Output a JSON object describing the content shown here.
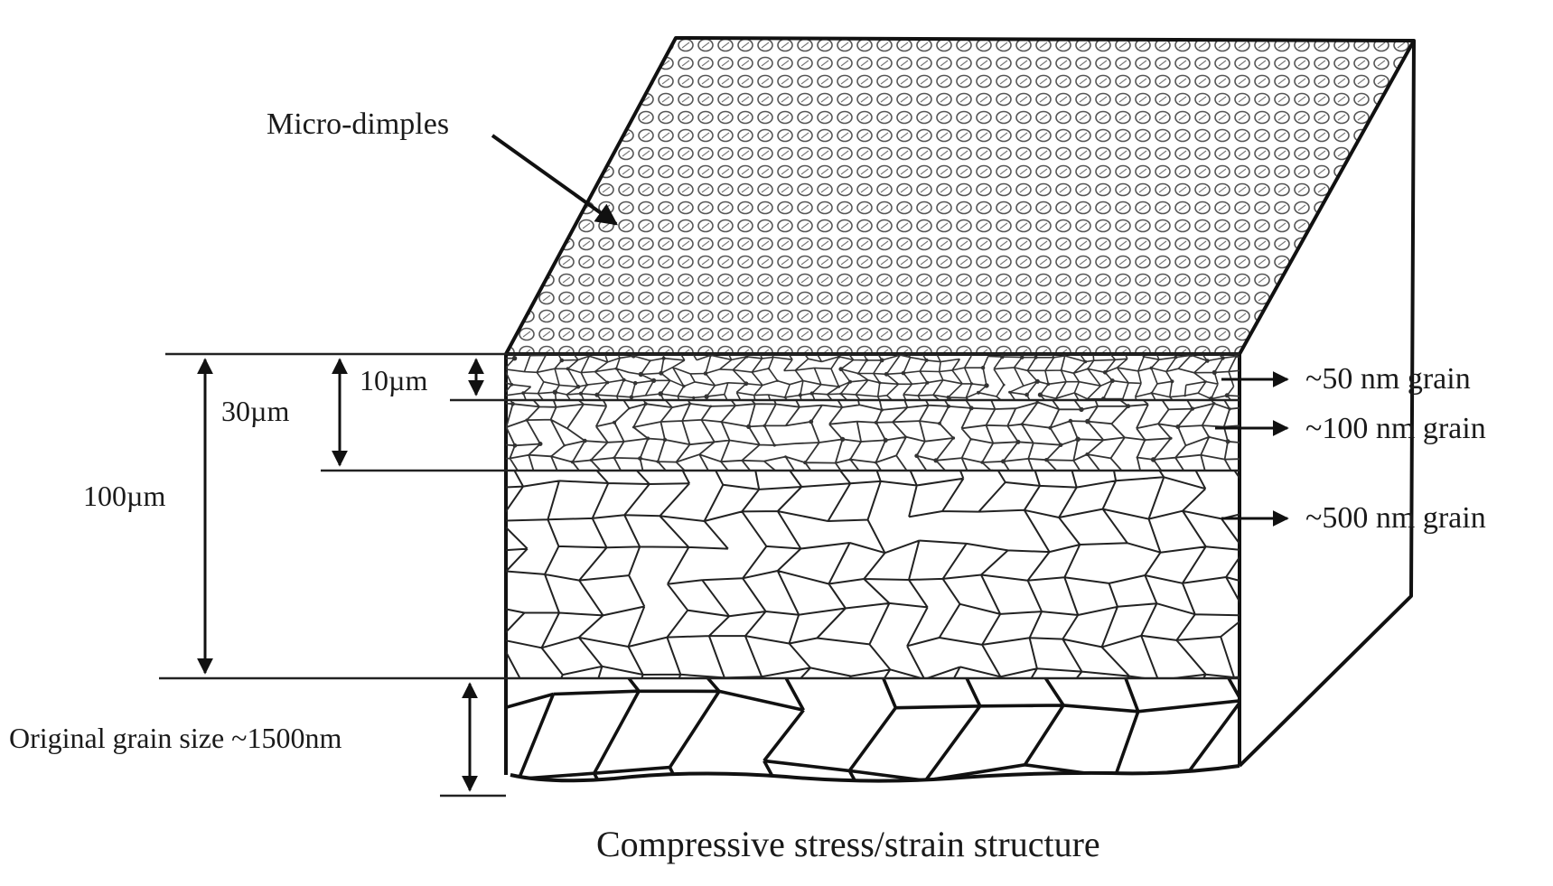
{
  "labels": {
    "micro_dimples": "Micro-dimples",
    "dim_10": "10µm",
    "dim_30": "30µm",
    "dim_100": "100µm",
    "original_grain": "Original grain size ~1500nm",
    "grain_50": "~50 nm grain",
    "grain_100": "~100 nm grain",
    "grain_500": "~500 nm grain",
    "caption": "Compressive stress/strain structure"
  },
  "colors": {
    "ink": "#111111",
    "background": "#ffffff",
    "dimple": "#555555"
  }
}
